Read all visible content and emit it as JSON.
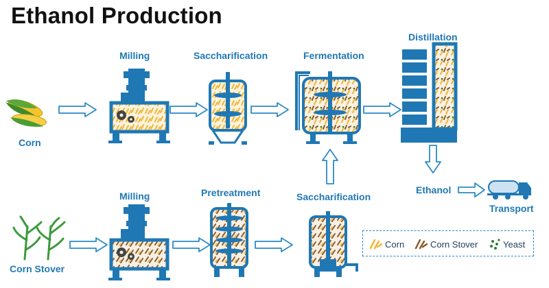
{
  "title": "Ethanol Production",
  "labels": {
    "corn": "Corn",
    "corn_stover": "Corn Stover",
    "milling_top": "Milling",
    "saccharification_top": "Saccharification",
    "fermentation": "Fermentation",
    "distillation": "Distillation",
    "ethanol": "Ethanol",
    "transport": "Transport",
    "milling_bottom": "Milling",
    "pretreatment": "Pretreatment",
    "saccharification_bottom": "Saccharification"
  },
  "legend": {
    "corn": "Corn",
    "corn_stover": "Corn Stover",
    "yeast": "Yeast"
  },
  "colors": {
    "equipment": "#1f78b4",
    "equipment_light": "#cde3f3",
    "corn": "#f2b632",
    "stover": "#8b5a2b",
    "yeast": "#2e7d32",
    "arrow_stroke": "#2b8ac6",
    "plant_green": "#3a9a3a",
    "gear": "#444444"
  }
}
